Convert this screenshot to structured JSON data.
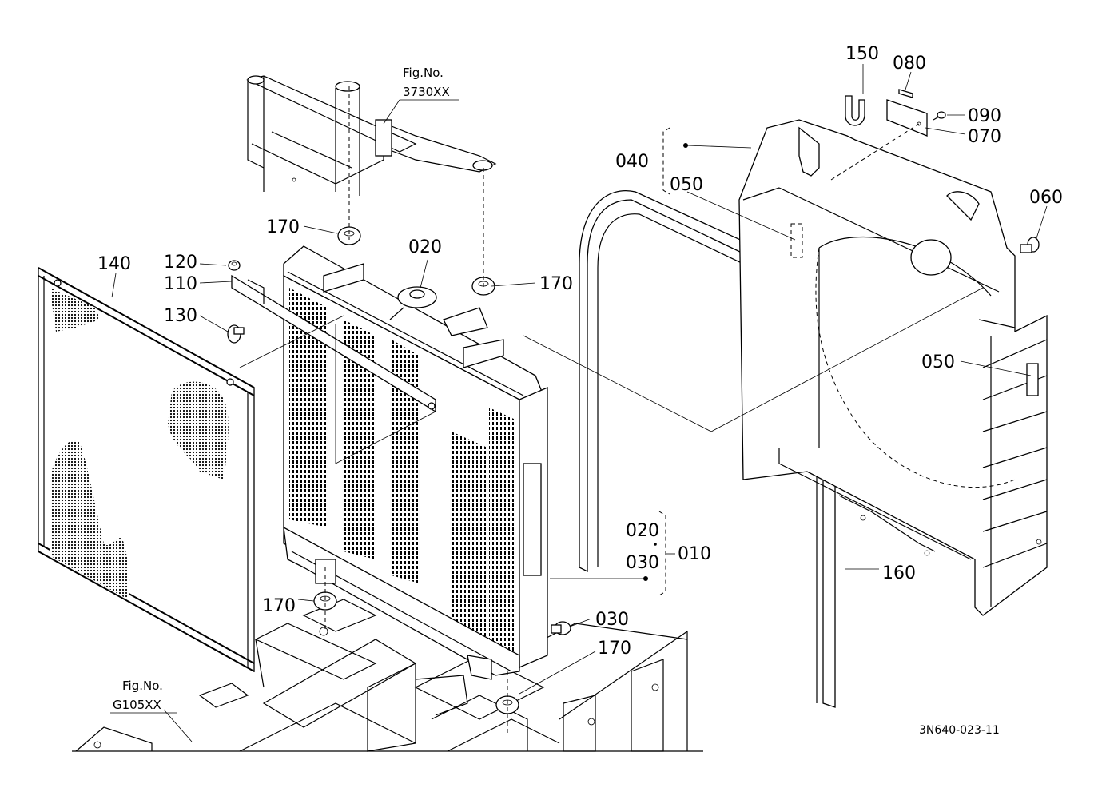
{
  "labels": {
    "l010": "010",
    "l020": "020",
    "l020b": "020",
    "l030": "030",
    "l030b": "030",
    "l040": "040",
    "l050a": "050",
    "l050b": "050",
    "l060": "060",
    "l070": "070",
    "l080": "080",
    "l090": "090",
    "l110": "110",
    "l120": "120",
    "l130": "130",
    "l140": "140",
    "l150": "150",
    "l160": "160",
    "l170a": "170",
    "l170b": "170",
    "l170c": "170",
    "l170d": "170"
  },
  "fig_refs": {
    "top_title": "Fig.No.",
    "top_code": "3730XX",
    "bottom_title": "Fig.No.",
    "bottom_code": "G105XX"
  },
  "drawing_code": "3N640-023-11"
}
